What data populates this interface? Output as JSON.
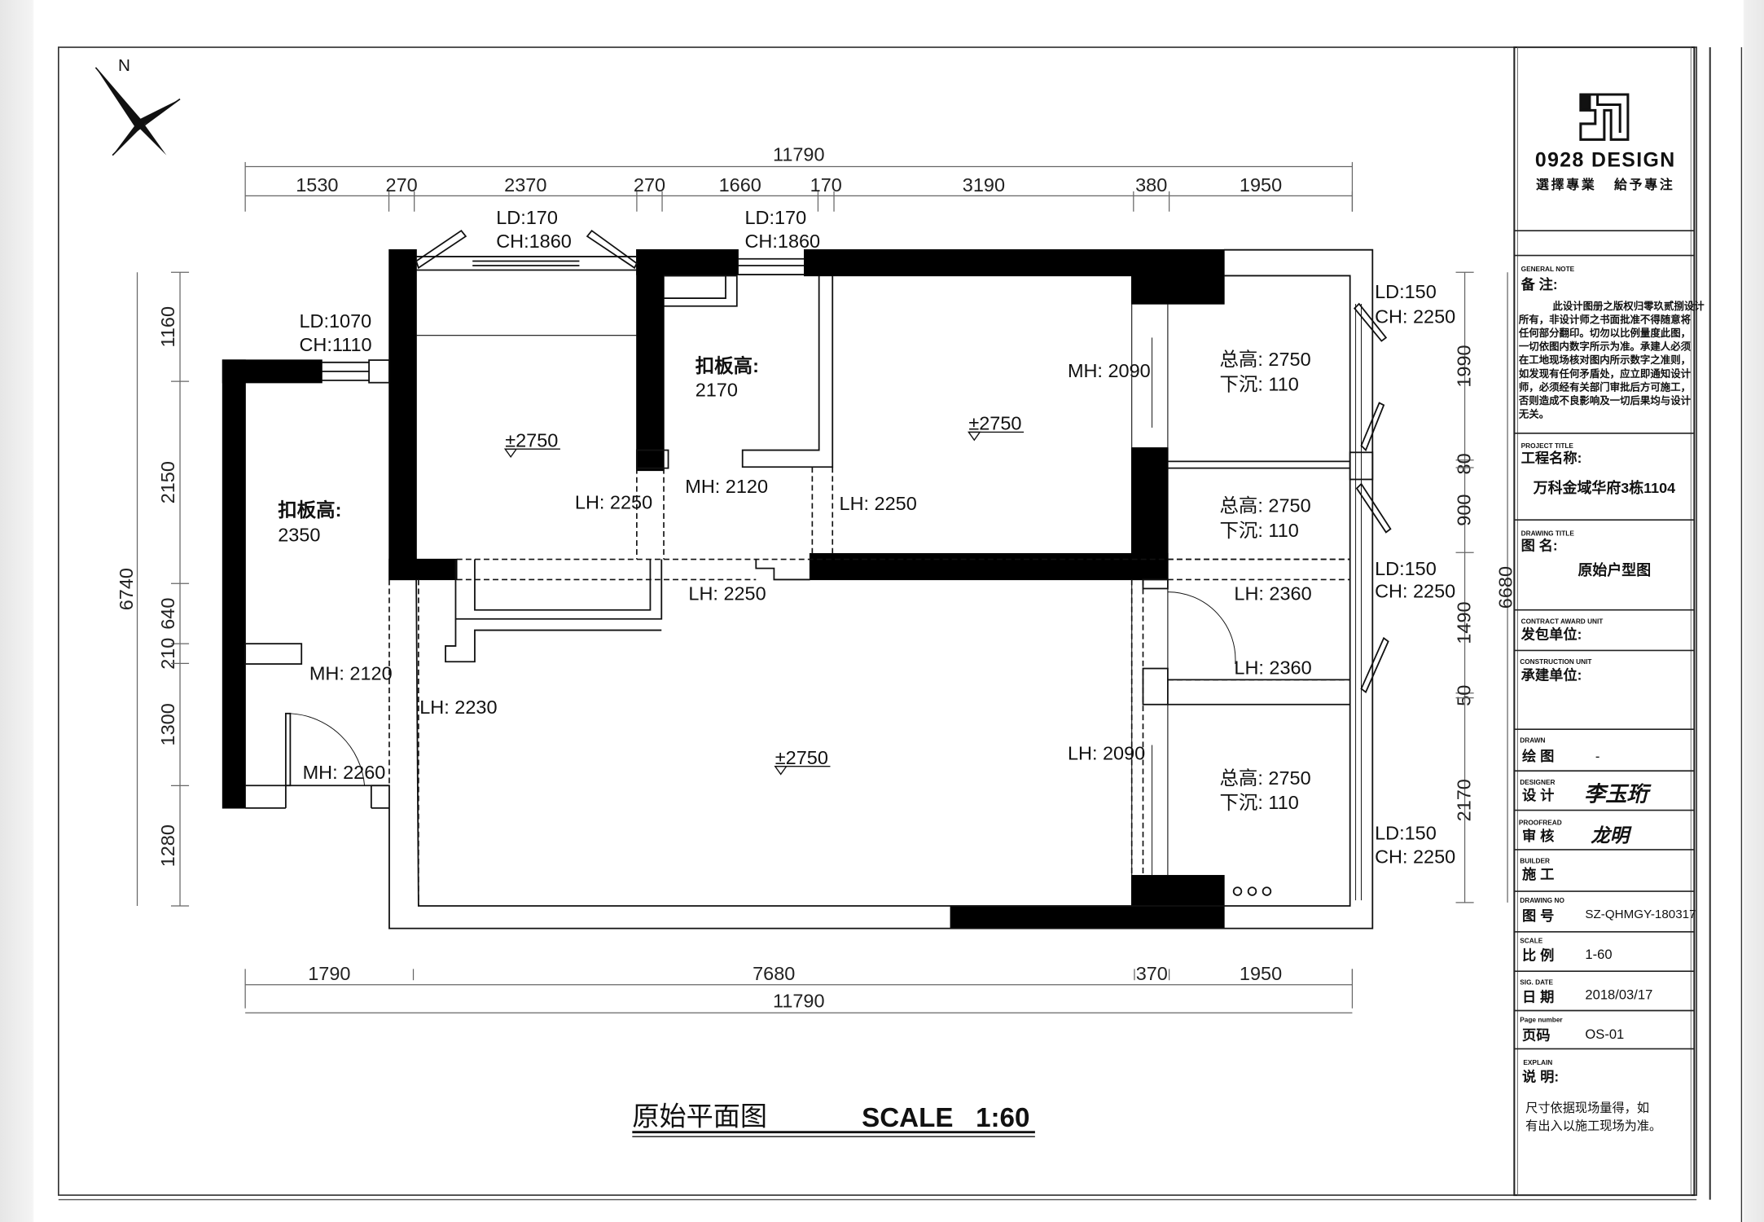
{
  "dims": {
    "top_total": 11790,
    "top": [
      1530,
      270,
      2370,
      270,
      1660,
      170,
      3190,
      380,
      1950
    ],
    "bottom_total": 11790,
    "bottom": [
      1790,
      7680,
      370,
      1950
    ],
    "left_total": 6740,
    "left": [
      1160,
      2150,
      640,
      210,
      1300,
      1280
    ],
    "right_total": 6680,
    "right": [
      1990,
      80,
      900,
      1490,
      50,
      2170
    ]
  },
  "compass": {
    "north": "N"
  },
  "plan": {
    "labels": [
      "LD:170",
      "CH:1860",
      "LD:170",
      "CH:1860",
      "LD:1070",
      "CH:1110",
      "扣板高:",
      "2170",
      "±2750",
      "±2750",
      "±2750",
      "MH: 2090",
      "总高: 2750",
      "下沉: 110",
      "总高: 2750",
      "下沉: 110",
      "总高: 2750",
      "下沉: 110",
      "LD:150",
      "CH: 2250",
      "LD:150",
      "CH: 2250",
      "LD:150",
      "CH: 2250",
      "扣板高:",
      "2350",
      "LH: 2250",
      "MH: 2120",
      "LH: 2250",
      "LH: 2250",
      "LH: 2360",
      "LH: 2360",
      "MH: 2120",
      "LH: 2230",
      "MH: 2260",
      "LH: 2090"
    ]
  },
  "drawing_title": {
    "name": "原始平面图",
    "scale": "SCALE   1:60"
  },
  "title_block": {
    "logo_text": "0928 DESIGN",
    "slogan": "選擇專業   給予專注",
    "general_note": {
      "en": "GENERAL NOTE",
      "cn": "备 注:",
      "lines": [
        "此设计图册之版权归零玖贰捌设计",
        "所有，非设计师之书面批准不得随意将",
        "任何部分翻印。切勿以比例量度此图，",
        "一切依图内数字所示为准。承建人必须",
        "在工地现场核对图内所示数字之准则，",
        "如发现有任何矛盾处，应立即通知设计",
        "师，必须经有关部门审批后方可施工，",
        "否则造成不良影响及一切后果均与设计",
        "无关。"
      ]
    },
    "project": {
      "en": "PROJECT TITLE",
      "cn": "工程名称:",
      "value": "万科金域华府3栋1104"
    },
    "drawing": {
      "en": "DRAWING TITLE",
      "cn": "图 名:",
      "value": "原始户型图"
    },
    "contract": {
      "en": "CONTRACT AWARD UNIT",
      "cn": "发包单位:"
    },
    "construction": {
      "en": "CONSTRUCTION UNIT",
      "cn": "承建单位:"
    },
    "drawn": {
      "en": "DRAWN",
      "cn": "绘 图",
      "value": "-"
    },
    "designer": {
      "en": "DESIGNER",
      "cn": "设 计",
      "value": "李玉珩"
    },
    "proofread": {
      "en": "PROOFREAD",
      "cn": "审 核",
      "value": "龙明"
    },
    "builder": {
      "en": "BUILDER",
      "cn": "施 工"
    },
    "drawing_no": {
      "en": "DRAWING NO",
      "cn": "图 号",
      "value": "SZ-QHMGY-180317"
    },
    "scale": {
      "en": "SCALE",
      "cn": "比 例",
      "value": "1-60"
    },
    "date": {
      "en": "SIG. DATE",
      "cn": "日 期",
      "value": "2018/03/17"
    },
    "page": {
      "en": "Page number",
      "cn": "页码",
      "value": "OS-01"
    },
    "explain": {
      "en": "EXPLAIN",
      "cn": "说 明:",
      "lines": [
        "尺寸依据现场量得，如",
        "有出入以施工现场为准。"
      ]
    }
  }
}
